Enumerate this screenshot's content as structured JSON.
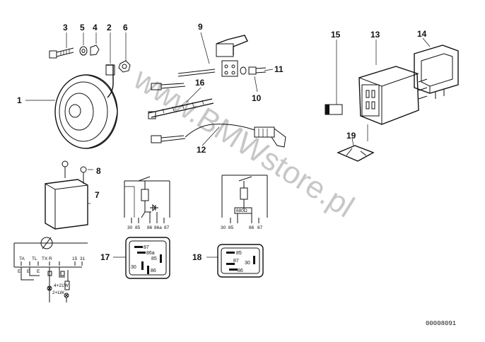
{
  "callouts": {
    "n1": "1",
    "n2": "2",
    "n3": "3",
    "n4": "4",
    "n5": "5",
    "n6": "6",
    "n7": "7",
    "n8": "8",
    "n9": "9",
    "n10": "10",
    "n11": "11",
    "n12": "12",
    "n13": "13",
    "n14": "14",
    "n15": "15",
    "n16": "16",
    "n17": "17",
    "n18": "18",
    "n19": "19"
  },
  "relay_left": {
    "terminals": {
      "t30": "30",
      "t85": "85",
      "t86": "86",
      "t86a": "86a",
      "t87": "87"
    }
  },
  "relay_right": {
    "terminals": {
      "t30": "30",
      "t85": "85",
      "t86": "86",
      "t87": "87"
    },
    "resistor": "680Ω"
  },
  "socket17": {
    "p87": "87",
    "p86a": "86a",
    "p85": "85",
    "p30": "30",
    "p86": "86"
  },
  "socket18": {
    "p85": "85",
    "p87": "87",
    "p30": "30",
    "p86": "86"
  },
  "wiring": {
    "t_ta": "TA",
    "t_tl": "TL",
    "t_tx": "TX",
    "t_r": "R",
    "t_15": "15",
    "t_31": "31",
    "e1": "E",
    "e2": "E",
    "e3": "E",
    "bulb1": "4+21W",
    "bulb2": "2+LW"
  },
  "watermark": "www.BMWstore.pl",
  "diagram_id": "00008091",
  "colors": {
    "ink": "#111111",
    "background": "#ffffff"
  }
}
